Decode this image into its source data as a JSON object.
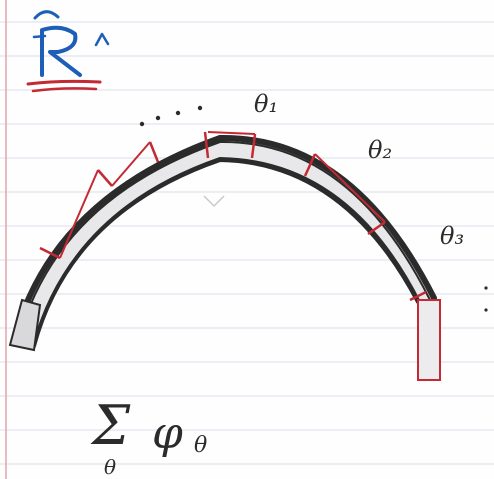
{
  "notebook": {
    "paper_color": "#fefefe",
    "rule_color": "#d8dde6",
    "margin_color": "#e3a3ac"
  },
  "heading": {
    "symbol": "R",
    "hat_mark": "^",
    "color": "#1d5fb8",
    "underline_color": "#c42a33"
  },
  "labels": {
    "theta_1": "θ₁",
    "theta_2": "θ₂",
    "theta_3": "θ₃"
  },
  "formula": {
    "sum_symbol": "Σ",
    "sum_index": "θ",
    "phi": "φ",
    "phi_subscript": "θ"
  },
  "arch": {
    "segment_count": 8,
    "outline_color": "#2b2b2b",
    "joint_color": "#c42a33"
  }
}
